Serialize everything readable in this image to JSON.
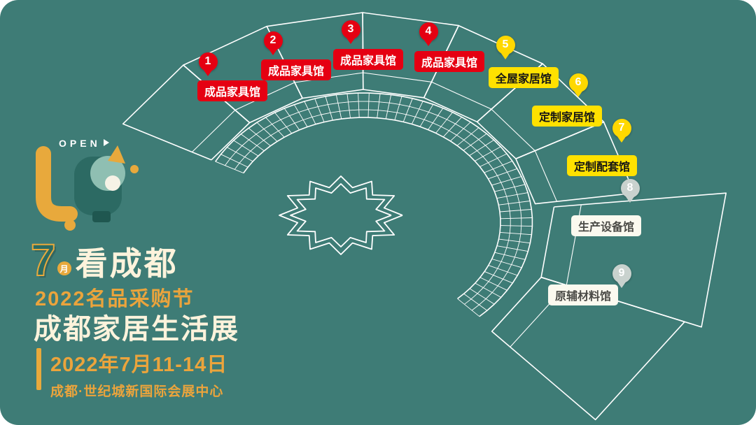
{
  "colors": {
    "background": "#3E7C76",
    "hall_red": "#E50012",
    "hall_yellow": "#FFE100",
    "hall_white": "#FBF9EF",
    "gold": "#E8A93C",
    "cream": "#FDF3DC"
  },
  "halls": [
    {
      "number": "1",
      "label": "成品家具馆",
      "color": "red"
    },
    {
      "number": "2",
      "label": "成品家具馆",
      "color": "red"
    },
    {
      "number": "3",
      "label": "成品家具馆",
      "color": "red"
    },
    {
      "number": "4",
      "label": "成品家具馆",
      "color": "red"
    },
    {
      "number": "5",
      "label": "全屋家居馆",
      "color": "yellow"
    },
    {
      "number": "6",
      "label": "定制家居馆",
      "color": "yellow"
    },
    {
      "number": "7",
      "label": "定制配套馆",
      "color": "yellow"
    },
    {
      "number": "8",
      "label": "生产设备馆",
      "color": "white"
    },
    {
      "number": "9",
      "label": "原辅材料馆",
      "color": "white"
    }
  ],
  "branding": {
    "logo_open": "OPEN",
    "big_number": "7",
    "month": "月",
    "headline": "看成都",
    "festival": "2022名品采购节",
    "event": "成都家居生活展",
    "date_range": "2022年7月11-14日",
    "venue": "成都·世纪城新国际会展中心"
  }
}
